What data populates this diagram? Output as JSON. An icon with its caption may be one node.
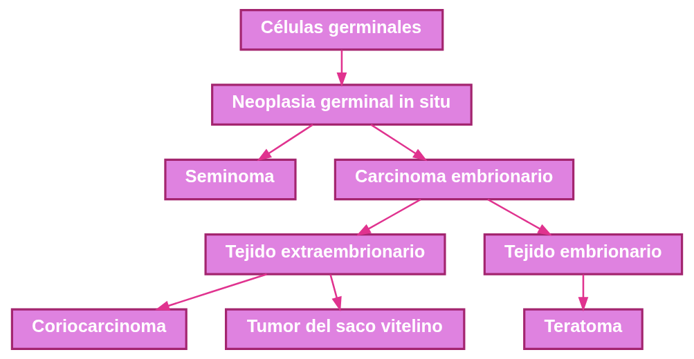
{
  "diagram": {
    "nodes": [
      {
        "text": [
          "Células germinales"
        ]
      },
      {
        "text": [
          "Neoplasia germinal in situ"
        ]
      },
      {
        "text": [
          "Seminoma"
        ]
      },
      {
        "text": [
          "Carcinoma embrionario"
        ]
      },
      {
        "text": [
          "Tejido extraembrionario"
        ]
      },
      {
        "text": [
          "Tejido embrionario"
        ]
      },
      {
        "text": [
          "Coriocarcinoma"
        ]
      },
      {
        "text": [
          "Tumor del saco vitelino"
        ]
      },
      {
        "text": [
          "Teratoma"
        ]
      }
    ],
    "edges": [
      {
        "from": 0,
        "to": 1,
        "arrow": "to"
      },
      {
        "from": 1,
        "to": 2,
        "arrow": "to"
      },
      {
        "from": 1,
        "to": 3,
        "arrow": "to"
      },
      {
        "from": 3,
        "to": 4,
        "arrow": "to"
      },
      {
        "from": 3,
        "to": 5,
        "arrow": "to"
      },
      {
        "from": 4,
        "to": 6,
        "arrow": "to"
      },
      {
        "from": 4,
        "to": 7,
        "arrow": "to"
      },
      {
        "from": 5,
        "to": 8,
        "arrow": "to"
      }
    ]
  }
}
